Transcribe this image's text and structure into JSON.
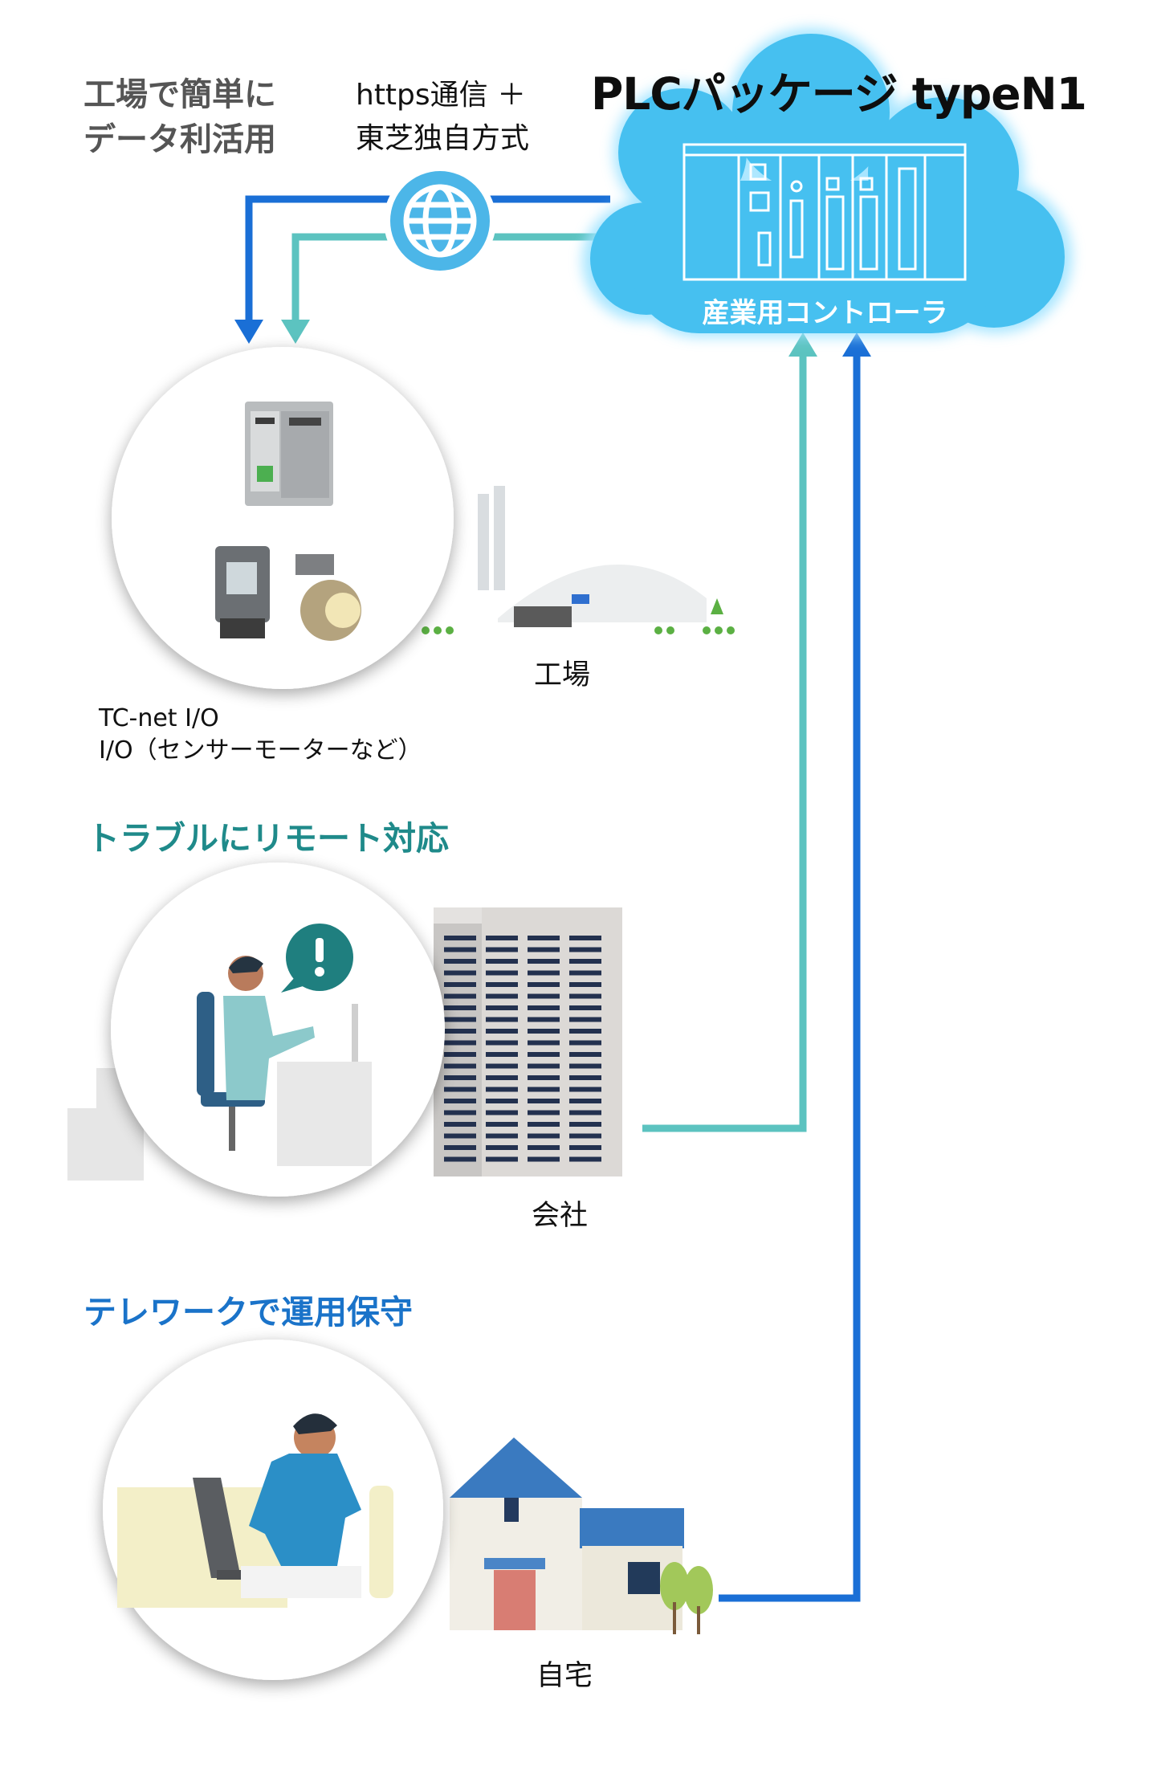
{
  "header": {
    "data_use_line1": "工場で簡単に",
    "data_use_line2": "データ利活用",
    "protocol_line1": "https通信 ＋",
    "protocol_line2": "東芝独自方式",
    "product_title": "PLCパッケージ typeN1"
  },
  "cloud": {
    "label": "産業用コントローラ"
  },
  "factory": {
    "caption": "工場",
    "io_line1": "TC-net I/O",
    "io_line2": "I/O（センサーモーターなど）"
  },
  "remote": {
    "heading": "トラブルにリモート対応",
    "caption": "会社"
  },
  "telework": {
    "heading": "テレワークで運用保守",
    "caption": "自宅"
  },
  "colors": {
    "dark_blue": "#1a6fd6",
    "teal": "#5cc3c0",
    "cloud": "#4cc0ee",
    "heading_teal": "#1f8a8a",
    "heading_blue": "#1a73c9"
  },
  "icons": {
    "globe": "globe-icon",
    "alert": "exclamation-icon"
  }
}
